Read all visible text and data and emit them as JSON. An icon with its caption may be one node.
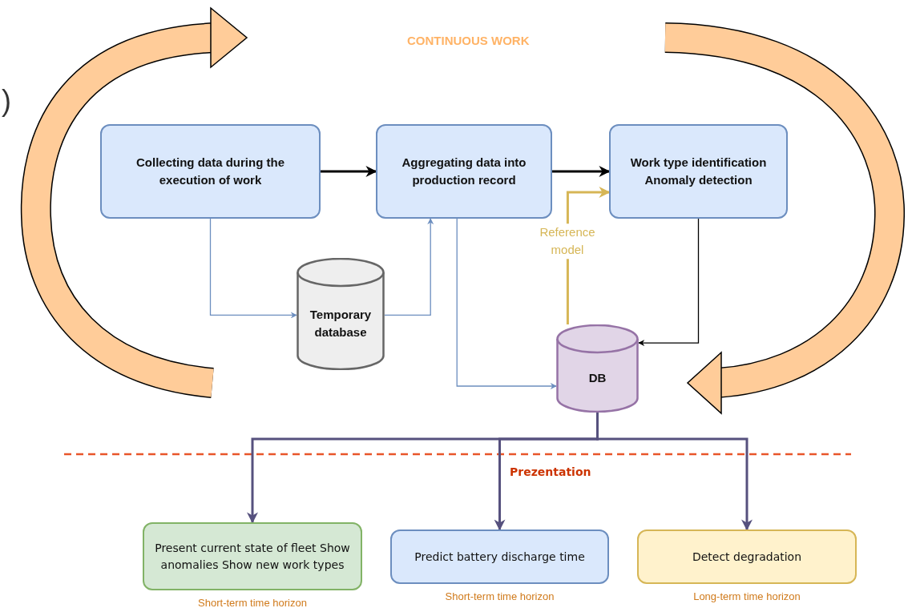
{
  "diagram": {
    "nodes": [
      {
        "text": [
          "Collecting data during the execution of work"
        ]
      },
      {
        "text": [
          "Aggregating data into production record"
        ]
      },
      {
        "text": [
          "Work type identification Anomaly detection"
        ]
      },
      {
        "text": [
          "Temporary database"
        ]
      },
      {
        "text": [
          "DB"
        ]
      },
      {
        "text": [
          "Present current state of fleet Show anomalies Show new work types"
        ],
        "beside": [
          "Short-term time horizon"
        ]
      },
      {
        "text": [
          "Predict battery discharge time"
        ],
        "beside": [
          "Short-term time horizon"
        ]
      },
      {
        "text": [
          "Detect degradation"
        ],
        "beside": [
          "Long-term time horizon"
        ]
      }
    ],
    "edges": [
      {
        "from": 0,
        "to": 1,
        "arrow": "to"
      },
      {
        "from": 1,
        "to": 2,
        "arrow": "to"
      },
      {
        "from": 0,
        "to": 3,
        "arrow": "to",
        "color": "#6c8ebf"
      },
      {
        "from": 3,
        "to": 1,
        "arrow": "to",
        "color": "#6c8ebf"
      },
      {
        "from": 1,
        "to": 4,
        "arrow": "to",
        "color": "#6c8ebf"
      },
      {
        "from": 4,
        "to": 2,
        "arrow": "to",
        "label": "Reference model",
        "color": "#d6b656"
      },
      {
        "from": 2,
        "to": 4,
        "arrow": "to"
      },
      {
        "from": 4,
        "to": 5,
        "arrow": "to",
        "color": "#56517e"
      },
      {
        "from": 4,
        "to": 6,
        "arrow": "to",
        "color": "#56517e"
      },
      {
        "from": 4,
        "to": 7,
        "arrow": "to",
        "color": "#56517e"
      }
    ],
    "labels": [
      ")",
      "CONTINUOUS WORK",
      "Prezentation"
    ]
  }
}
